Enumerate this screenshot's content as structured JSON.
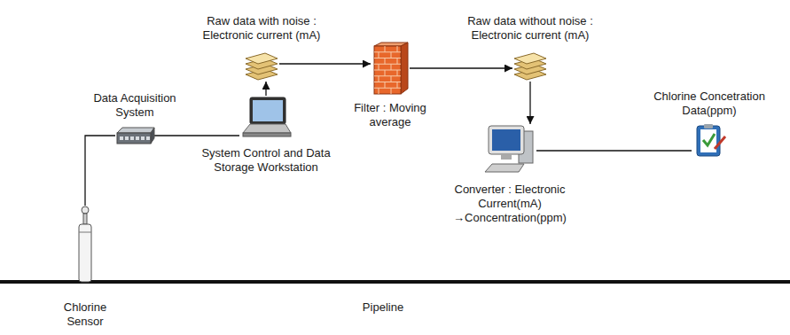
{
  "diagram": {
    "nodes": [
      {
        "text": [
          "Raw data with noise : Electronic current (mA)"
        ]
      },
      {
        "text": [
          "Raw data without noise : Electronic current (mA)"
        ]
      },
      {
        "text": [
          "Filter : Moving average"
        ]
      },
      {
        "text": [
          "Data Acquisition System"
        ]
      },
      {
        "text": [
          "Chlorine Concetration Data(ppm)"
        ]
      },
      {
        "text": [
          "System Control and Data Storage Workstation"
        ]
      },
      {
        "text": [
          "Converter : Electronic Current(mA) →Concentration(ppm)"
        ]
      },
      {
        "text": [
          "Chlorine Sensor"
        ]
      }
    ],
    "edges": [
      {
        "from": 7,
        "to": 3,
        "arrow": "none"
      },
      {
        "from": 3,
        "to": 5,
        "arrow": "none"
      },
      {
        "from": 5,
        "to": 0,
        "arrow": "to"
      },
      {
        "from": 0,
        "to": 2,
        "arrow": "to"
      },
      {
        "from": 2,
        "to": 1,
        "arrow": "to"
      },
      {
        "from": 1,
        "to": 6,
        "arrow": "to"
      },
      {
        "from": 6,
        "to": 4,
        "arrow": "none"
      }
    ],
    "labels": [
      "Pipeline"
    ]
  }
}
